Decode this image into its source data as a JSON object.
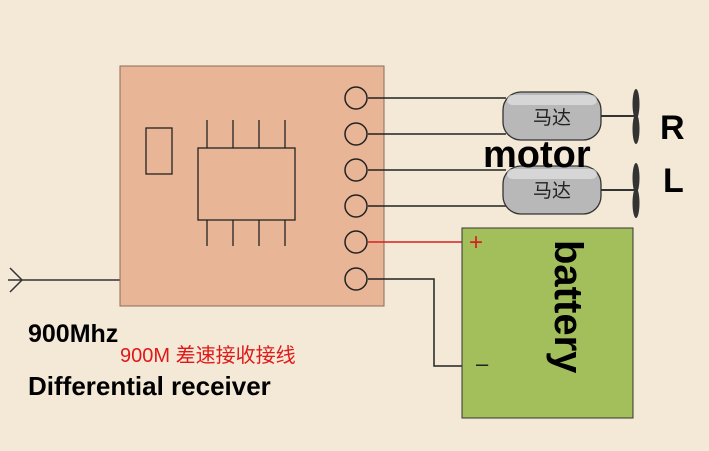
{
  "labels": {
    "title_line1": "900Mhz",
    "title_line2": "Differential receiver",
    "chinese_label": "900M 差速接收接线",
    "motor_label": "motor",
    "motor_top_text": "马达",
    "motor_bottom_text": "马达",
    "right_label": "R",
    "left_label": "L",
    "battery_label": "battery",
    "plus_sign": "+",
    "minus_sign": "–"
  },
  "colors": {
    "background": "#f4e9d6",
    "board": "#e8b596",
    "battery": "#a3bf5b",
    "motor": "#b8b8b8",
    "positive_wire": "#d62020",
    "chinese_text": "#e01818"
  }
}
